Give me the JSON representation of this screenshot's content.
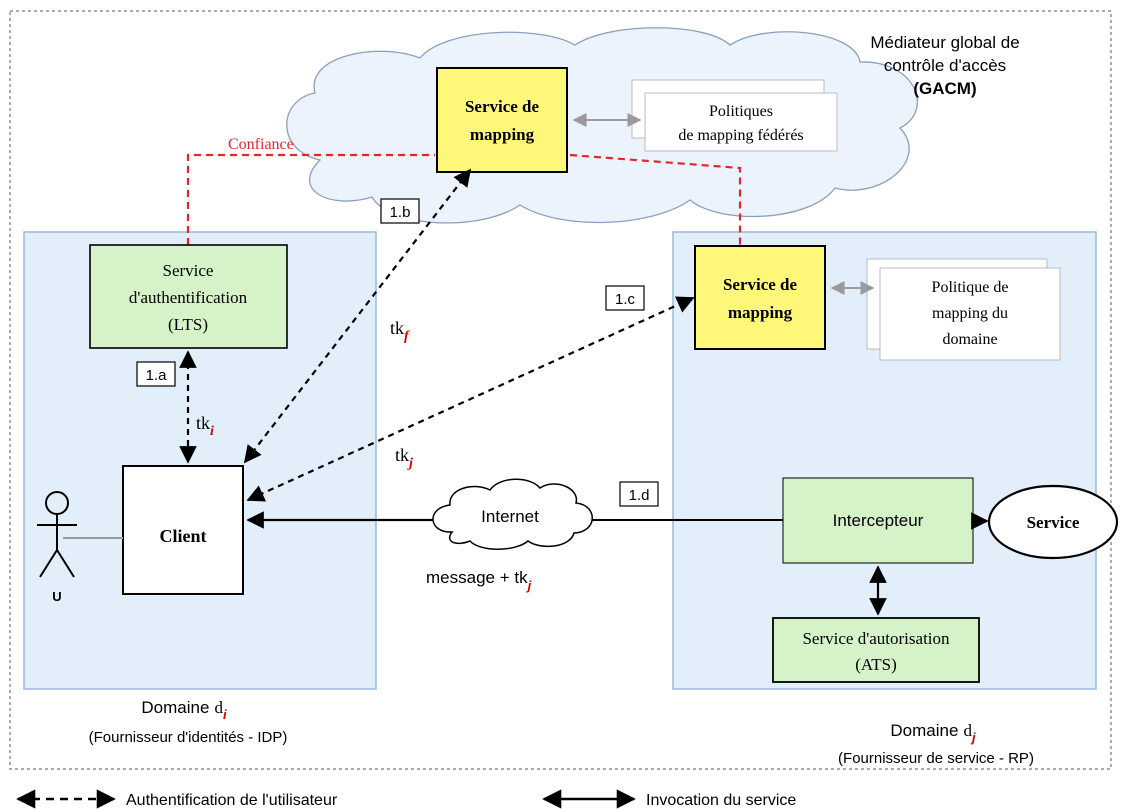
{
  "gacm": {
    "line1": "Médiateur global de",
    "line2": "contrôle d'accès",
    "acronym": "(GACM)"
  },
  "federated_mapping_service": {
    "line1": "Service de",
    "line2": "mapping"
  },
  "federated_policies": {
    "line1": "Politiques",
    "line2": "de mapping fédérés"
  },
  "trust_label": "Confiance",
  "domain_i": {
    "label": "Domaine",
    "var": "d",
    "sub": "i",
    "role": "(Fournisseur d'identités - IDP)"
  },
  "domain_j": {
    "label": "Domaine",
    "var": "d",
    "sub": "j",
    "role": "(Fournisseur de service - RP)"
  },
  "auth_service": {
    "line1": "Service",
    "line2": "d'authentification",
    "line3": "(LTS)"
  },
  "client_label": "Client",
  "user_label": "U",
  "domain_mapping_service": {
    "line1": "Service de",
    "line2": "mapping"
  },
  "domain_policy": {
    "line1": "Politique de",
    "line2": "mapping du",
    "line3": "domaine"
  },
  "interceptor_label": "Intercepteur",
  "service_label": "Service",
  "authz_service": {
    "line1": "Service d'autorisation",
    "line2": "(ATS)"
  },
  "internet_label": "Internet",
  "message": {
    "text": "message + tk",
    "sub": "j"
  },
  "steps": {
    "a": "1.a",
    "b": "1.b",
    "c": "1.c",
    "d": "1.d"
  },
  "tokens": {
    "base": "tk",
    "i": "i",
    "f": "f",
    "j": "j"
  },
  "legend": {
    "dashed": "Authentification de l'utilisateur",
    "solid": "Invocation du service"
  },
  "colors": {
    "green_box": "#d5f2c8",
    "yellow_box": "#fff77a",
    "domain_bg": "#e3eefb",
    "domain_border": "#9ab8dc",
    "cloud_fill": "#edf3fd",
    "trust_red": "#e0282b"
  }
}
